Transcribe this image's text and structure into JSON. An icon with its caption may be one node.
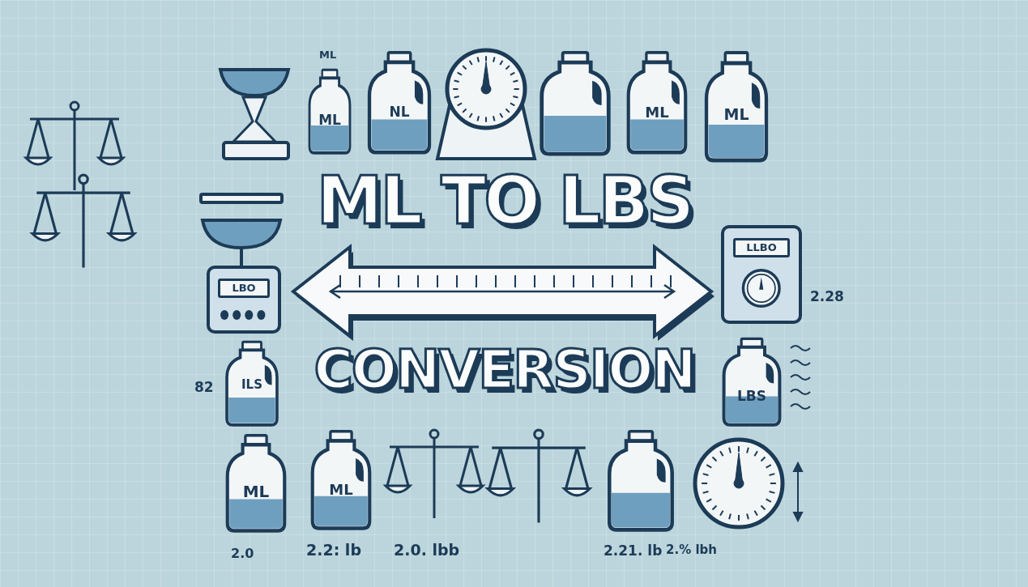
{
  "diagram": {
    "title": "ML TO LBS",
    "nodes": [
      {
        "text": [
          "ML"
        ]
      },
      {
        "text": [
          "NL"
        ]
      },
      {
        "text": [
          "ML"
        ]
      },
      {
        "text": [
          "ML"
        ]
      },
      {
        "text": [
          "LBO"
        ]
      },
      {
        "text": [
          "LLBO"
        ]
      },
      {
        "text": [
          "ILS"
        ]
      },
      {
        "text": [
          "LBS"
        ]
      },
      {
        "text": [
          "ML"
        ]
      },
      {
        "text": [
          "ML"
        ]
      }
    ],
    "labels": [
      "ML",
      "CONVERSION",
      "2.28",
      "82",
      "2.0",
      "2.2: lb",
      "2.0. lbb",
      "2.21. lb",
      "2.% lbh"
    ]
  }
}
